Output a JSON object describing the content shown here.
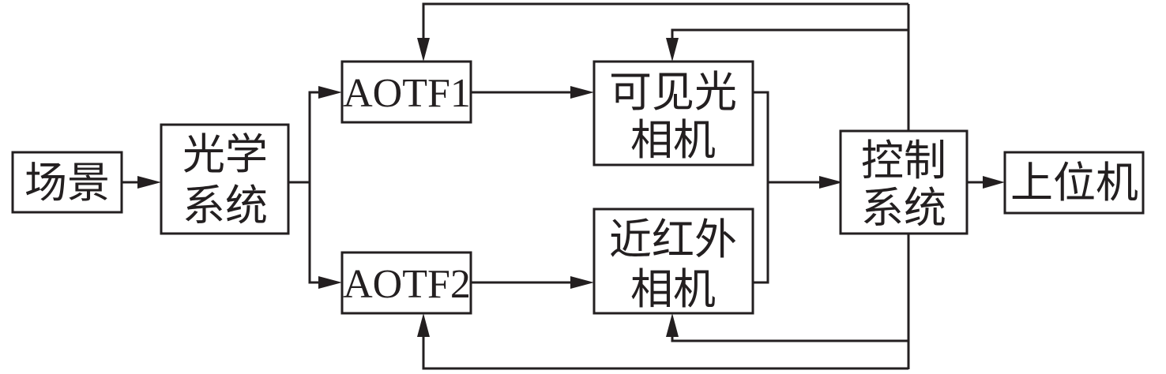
{
  "diagram": {
    "nodes": {
      "scene": {
        "lines": [
          "场景"
        ]
      },
      "optics": {
        "lines": [
          "光学",
          "系统"
        ]
      },
      "aotf1": {
        "lines": [
          "AOTF1"
        ]
      },
      "aotf2": {
        "lines": [
          "AOTF2"
        ]
      },
      "visible_camera": {
        "lines": [
          "可见光",
          "相机"
        ]
      },
      "nir_camera": {
        "lines": [
          "近红外",
          "相机"
        ]
      },
      "control": {
        "lines": [
          "控制",
          "系统"
        ]
      },
      "host": {
        "lines": [
          "上位机"
        ]
      }
    },
    "edges": [
      {
        "from": "scene",
        "to": "optics"
      },
      {
        "from": "optics",
        "to": "aotf1"
      },
      {
        "from": "optics",
        "to": "aotf2"
      },
      {
        "from": "aotf1",
        "to": "visible_camera"
      },
      {
        "from": "aotf2",
        "to": "nir_camera"
      },
      {
        "from": "visible_camera",
        "to": "control"
      },
      {
        "from": "nir_camera",
        "to": "control"
      },
      {
        "from": "control",
        "to": "host"
      },
      {
        "from": "control",
        "to": "aotf1"
      },
      {
        "from": "control",
        "to": "visible_camera"
      },
      {
        "from": "control",
        "to": "nir_camera"
      },
      {
        "from": "control",
        "to": "aotf2"
      }
    ],
    "colors": {
      "stroke": "#231f20",
      "background": "#ffffff"
    }
  }
}
